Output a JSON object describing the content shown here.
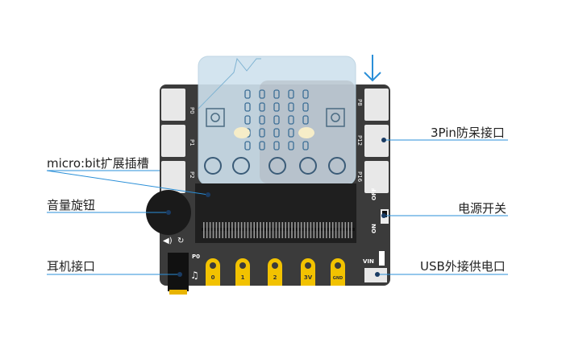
{
  "callouts": {
    "edge_slot": "micro:bit扩展插槽",
    "buzzer": "音量旋钮",
    "headphone": "耳机接口",
    "pin_header": "3Pin防呆接口",
    "power_switch": "电源开关",
    "usb_power": "USB外接供电口"
  },
  "board": {
    "side_pins_left": [
      "P0",
      "P1",
      "P2"
    ],
    "side_pins_right": [
      "P8",
      "P12",
      "P16"
    ],
    "bottom_pads": [
      "0",
      "1",
      "2",
      "3V",
      "GND"
    ],
    "pad_header": "P0",
    "switch_off": "OFF",
    "switch_on": "ON",
    "vin_label": "VIN"
  },
  "colors": {
    "board": "#3b3b3b",
    "connector": "#e8e8e8",
    "pad": "#f2c200",
    "accent_line": "#2a8fd8",
    "microbit_glass": "#cfe2ee"
  }
}
